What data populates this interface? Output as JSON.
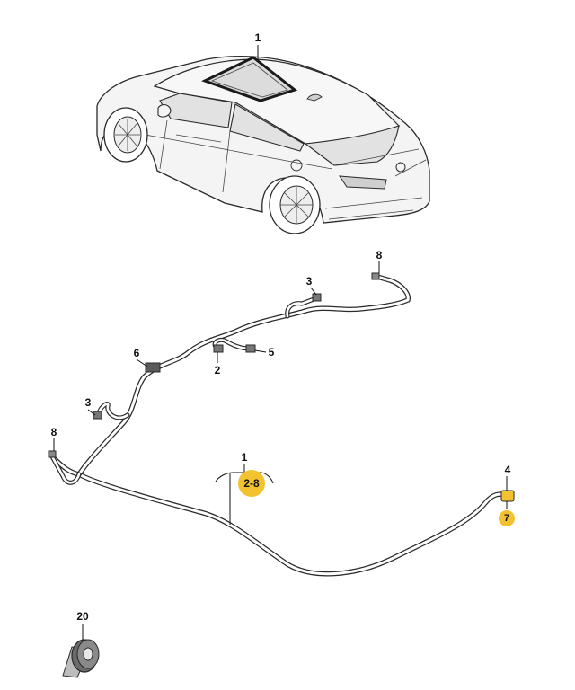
{
  "colors": {
    "outline": "#2a2a2a",
    "body_fill": "#f4f4f4",
    "glass_fill": "#e2e2e2",
    "cable_fill": "#ffffff",
    "highlight": "#f2c230",
    "background": "#ffffff"
  },
  "callouts": {
    "car_sunroof_seal": "1",
    "hose_assembly": "1",
    "hose_range": "2-8",
    "clip_2": "2",
    "clip_3_upper": "3",
    "clip_3_left": "3",
    "connector_4": "4",
    "grommet_5": "5",
    "holder_6": "6",
    "part_7": "7",
    "end_8_right": "8",
    "end_8_left": "8",
    "tape_20": "20"
  }
}
